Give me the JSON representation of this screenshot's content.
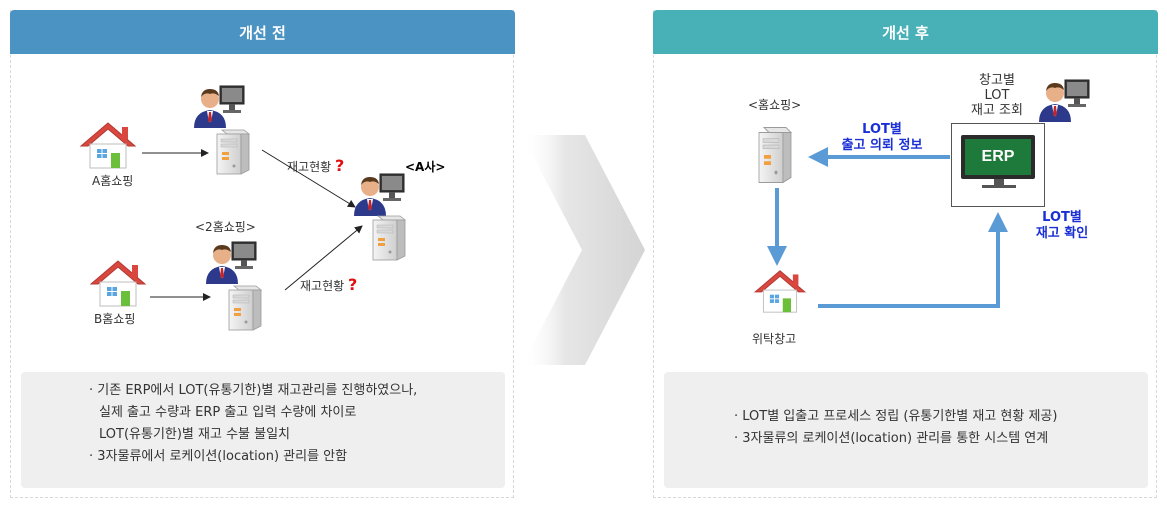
{
  "before": {
    "header": "개선 전",
    "shop_a": "A홈쇼핑",
    "shop_b": "B홈쇼핑",
    "shop_2_tag": "<2홈쇼핑>",
    "company_tag": "<A사>",
    "stock_query_1": "재고현황",
    "stock_query_2": "재고현황",
    "qmark": "?",
    "notes": [
      "· 기존 ERP에서 LOT(유통기한)별 재고관리를 진행하였으나,",
      "실제 출고 수량과 ERP 출고 입력 수량에 차이로",
      "LOT(유통기한)별  재고 수불 불일치",
      "· 3자물류에서 로케이션(location) 관리를 안함"
    ]
  },
  "after": {
    "header": "개선 후",
    "shop_tag": "<홈쇼핑>",
    "warehouse_label": "창고별",
    "lot_label": "LOT",
    "stock_view_label": "재고 조회",
    "erp_label": "ERP",
    "lot_out_line1": "LOT별",
    "lot_out_line2": "출고 의뢰 정보",
    "lot_check_line1": "LOT별",
    "lot_check_line2": "재고 확인",
    "consign_warehouse": "위탁창고",
    "notes": [
      "· LOT별 입출고 프로세스 정립 (유통기한별 재고 현황 제공)",
      "· 3자물류의 로케이션(location) 관리를 통한 시스템 연계"
    ]
  },
  "colors": {
    "before_header": "#4a93c2",
    "after_header": "#47b1b7",
    "flow_arrow": "#5b9bd5",
    "erp_green": "#1e7a3a",
    "house_roof": "#d9473f",
    "callout_blue": "#1a2fd6",
    "question_red": "#e01010"
  }
}
